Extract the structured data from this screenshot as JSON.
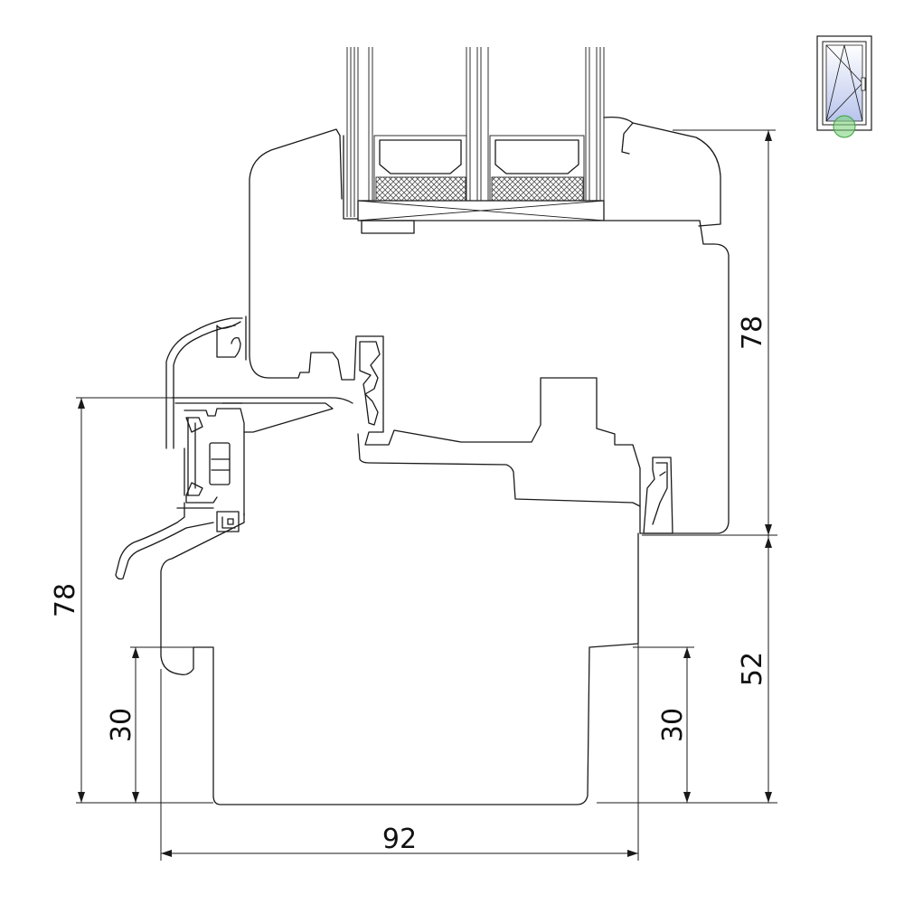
{
  "dimensions": {
    "sash_height": "78",
    "frame_height_left": "78",
    "frame_bottom_right": "52",
    "rebate_left": "30",
    "rebate_right": "30",
    "frame_width": "92"
  },
  "icon": {
    "name": "tilt-turn-window-icon",
    "highlight_color": "#7fd47f",
    "glass_color": "#c9d3f0"
  },
  "colors": {
    "line": "#1a1a1a",
    "spacer_hatch": "#555555"
  }
}
